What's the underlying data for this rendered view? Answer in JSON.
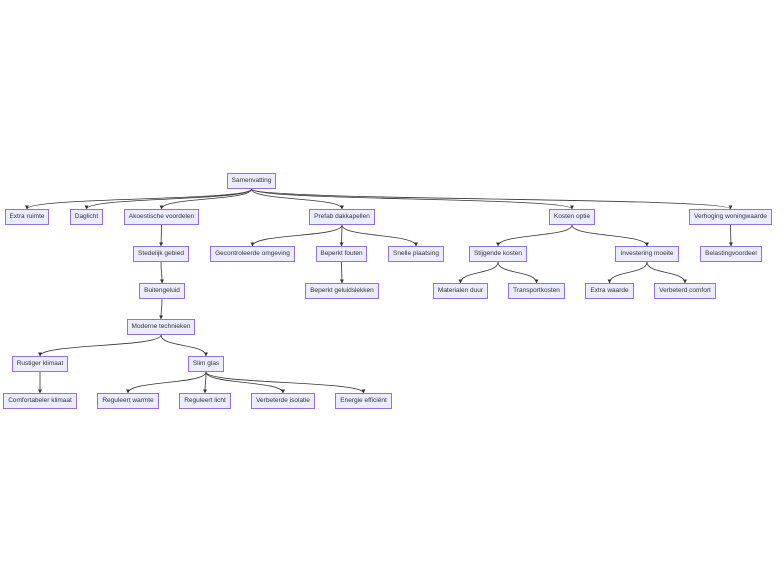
{
  "diagram": {
    "colors": {
      "node_fill": "#ececff",
      "node_border": "#9370db",
      "edge": "#333333",
      "text": "#333333"
    },
    "nodes": {
      "root": "Samenvatting",
      "extra_ruimte": "Extra ruimte",
      "daglicht": "Daglicht",
      "akoestische_voordelen": "Akoestische voordelen",
      "stedelijk_gebied": "Stedelijk gebied",
      "buitengeluid": "Buitengeluid",
      "moderne_technieken": "Moderne technieken",
      "rustiger_klimaat": "Rustiger klimaat",
      "comfortabeler_klimaat": "Comfortabeler klimaat",
      "slim_glas": "Slim glas",
      "reguleert_warmte": "Reguleert warmte",
      "reguleert_licht": "Reguleert licht",
      "verbeterde_isolatie": "Verbeterde isolatie",
      "energie_efficient": "Energie efficiënt",
      "prefab_dakkapellen": "Prefab dakkapellen",
      "gecontroleerde_omgeving": "Gecontroleerde omgeving",
      "beperkt_fouten": "Beperkt fouten",
      "beperkt_geluidslekken": "Beperkt geluidslekken",
      "snelle_plaatsing": "Snelle plaatsing",
      "kosten_optie": "Kosten optie",
      "stijgende_kosten": "Stijgende kosten",
      "materialen_duur": "Materialen duur",
      "transportkosten": "Transportkosten",
      "investering_moeite": "Investering moeite",
      "extra_waarde": "Extra waarde",
      "verbeterd_comfort": "Verbeterd comfort",
      "verhoging_woningwaarde": "Verhoging woningwaarde",
      "belastingvoordeel": "Belastingvoordeel"
    },
    "edges": [
      [
        "root",
        "extra_ruimte"
      ],
      [
        "root",
        "daglicht"
      ],
      [
        "root",
        "akoestische_voordelen"
      ],
      [
        "root",
        "prefab_dakkapellen"
      ],
      [
        "root",
        "kosten_optie"
      ],
      [
        "root",
        "verhoging_woningwaarde"
      ],
      [
        "akoestische_voordelen",
        "stedelijk_gebied"
      ],
      [
        "stedelijk_gebied",
        "buitengeluid"
      ],
      [
        "buitengeluid",
        "moderne_technieken"
      ],
      [
        "moderne_technieken",
        "rustiger_klimaat"
      ],
      [
        "moderne_technieken",
        "slim_glas"
      ],
      [
        "rustiger_klimaat",
        "comfortabeler_klimaat"
      ],
      [
        "slim_glas",
        "reguleert_warmte"
      ],
      [
        "slim_glas",
        "reguleert_licht"
      ],
      [
        "slim_glas",
        "verbeterde_isolatie"
      ],
      [
        "slim_glas",
        "energie_efficient"
      ],
      [
        "prefab_dakkapellen",
        "gecontroleerde_omgeving"
      ],
      [
        "prefab_dakkapellen",
        "beperkt_fouten"
      ],
      [
        "prefab_dakkapellen",
        "snelle_plaatsing"
      ],
      [
        "beperkt_fouten",
        "beperkt_geluidslekken"
      ],
      [
        "kosten_optie",
        "stijgende_kosten"
      ],
      [
        "kosten_optie",
        "investering_moeite"
      ],
      [
        "stijgende_kosten",
        "materialen_duur"
      ],
      [
        "stijgende_kosten",
        "transportkosten"
      ],
      [
        "investering_moeite",
        "extra_waarde"
      ],
      [
        "investering_moeite",
        "verbeterd_comfort"
      ],
      [
        "verhoging_woningwaarde",
        "belastingvoordeel"
      ]
    ]
  }
}
